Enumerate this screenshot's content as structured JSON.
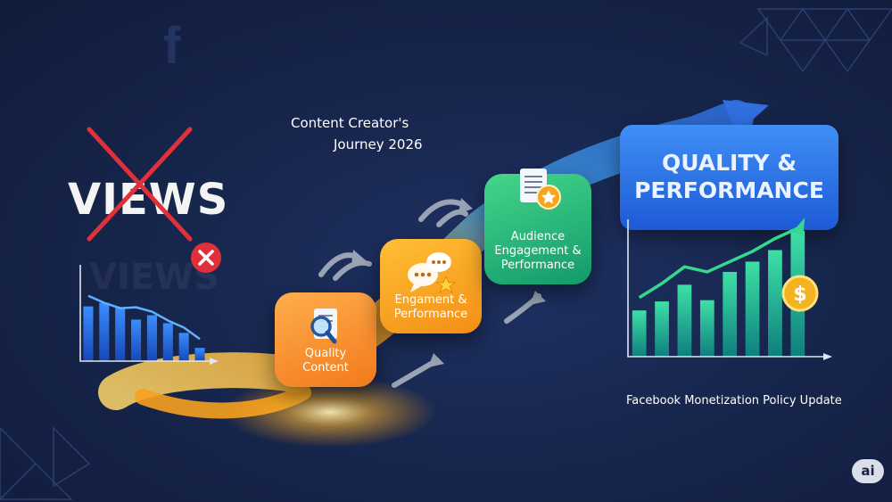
{
  "heading": {
    "line1": "Content Creator's",
    "line2": "Journey 2026"
  },
  "crossed_out_label": "VIEWS",
  "background_watermark": {
    "label": "VIEWS",
    "logo_letter": "f"
  },
  "cards": [
    {
      "label": "Quality Content",
      "icon": "document-magnifier-icon",
      "color": "#f6891f"
    },
    {
      "label": "Engament & Performance",
      "icon": "chat-bubbles-icon",
      "color": "#f5a21e"
    },
    {
      "label": "Audience Engagement & Performance",
      "icon": "document-star-icon",
      "color": "#2fbf7d"
    }
  ],
  "goal": {
    "line1": "QUALITY &",
    "line2": "PERFORMANCE",
    "color": "#2e78ea"
  },
  "caption": "Facebook Monetization Policy Update",
  "badge": "ai",
  "colors": {
    "background": "#17264d",
    "cross": "#e0313a",
    "path": "#f5a623",
    "arrow": "#2f7fe6",
    "growth": "#35d39a"
  },
  "chart_data": [
    {
      "type": "bar",
      "trend": "declining",
      "values": [
        6.2,
        6.6,
        6.0,
        4.7,
        5.2,
        4.3,
        3.2,
        1.5
      ],
      "line_values": [
        7.4,
        6.6,
        6.0,
        6.1,
        5.6,
        4.6,
        3.8,
        2.5
      ]
    },
    {
      "type": "bar",
      "trend": "rising",
      "values": [
        3.6,
        4.3,
        5.6,
        4.4,
        6.6,
        7.4,
        8.3,
        9.8
      ],
      "line_values": [
        4.6,
        5.7,
        7.0,
        6.6,
        7.4,
        8.2,
        9.2,
        10.0
      ]
    }
  ]
}
